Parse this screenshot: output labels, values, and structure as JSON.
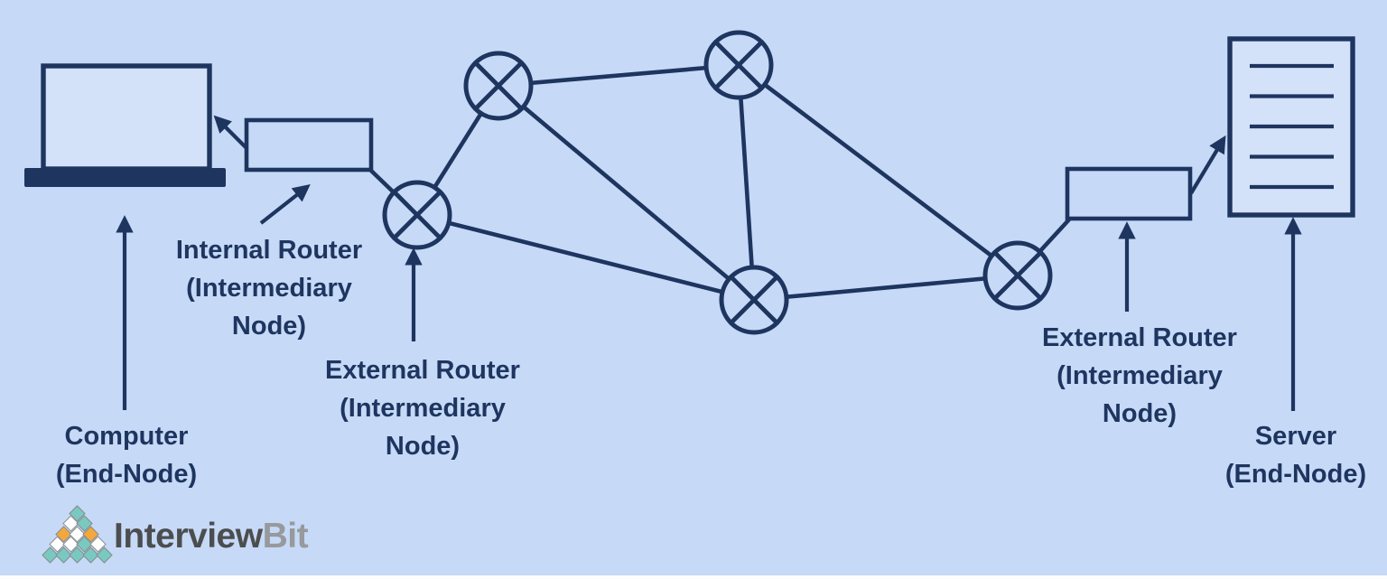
{
  "title": "Network end-nodes and intermediary nodes diagram",
  "colors": {
    "bg": "#c6d9f7",
    "ink": "#1e355f",
    "panel": "#d3e1f9",
    "logo-dark": "#4c4d4f",
    "logo-light": "#97999c",
    "logo-teal": "#79c9c0",
    "logo-orange": "#f4a83c"
  },
  "labels": {
    "computer": [
      "Computer",
      "(End-Node)"
    ],
    "internal_router": [
      "Internal Router",
      "(Intermediary",
      "Node)"
    ],
    "external_router_left": [
      "External Router",
      "(Intermediary",
      "Node)"
    ],
    "external_router_right": [
      "External Router",
      "(Intermediary",
      "Node)"
    ],
    "server": [
      "Server",
      "(End-Node)"
    ]
  },
  "network": {
    "end_nodes": [
      "Computer",
      "Server"
    ],
    "intermediary_nodes": [
      "Internal Router",
      "External Router (left)",
      "External Router (right)"
    ],
    "packet_switch_count": 5,
    "links": [
      "internal-router - switch-1",
      "switch-1 - switch-2",
      "switch-2 - switch-3",
      "switch-2 - switch-4",
      "switch-1 - switch-4",
      "switch-3 - switch-4",
      "switch-3 - switch-5",
      "switch-4 - switch-5",
      "switch-5 - external-router-box",
      "internal-router -> computer (arrow)",
      "external-router-box -> server (arrow)"
    ]
  },
  "logo": {
    "brand_bold": "Interview",
    "brand_light": "Bit",
    "pyramid_rows": [
      [
        "teal"
      ],
      [
        "white",
        "teal"
      ],
      [
        "orange",
        "white",
        "orange"
      ],
      [
        "white",
        "white",
        "teal",
        "white"
      ],
      [
        "teal",
        "teal",
        "teal",
        "teal",
        "teal"
      ]
    ]
  }
}
